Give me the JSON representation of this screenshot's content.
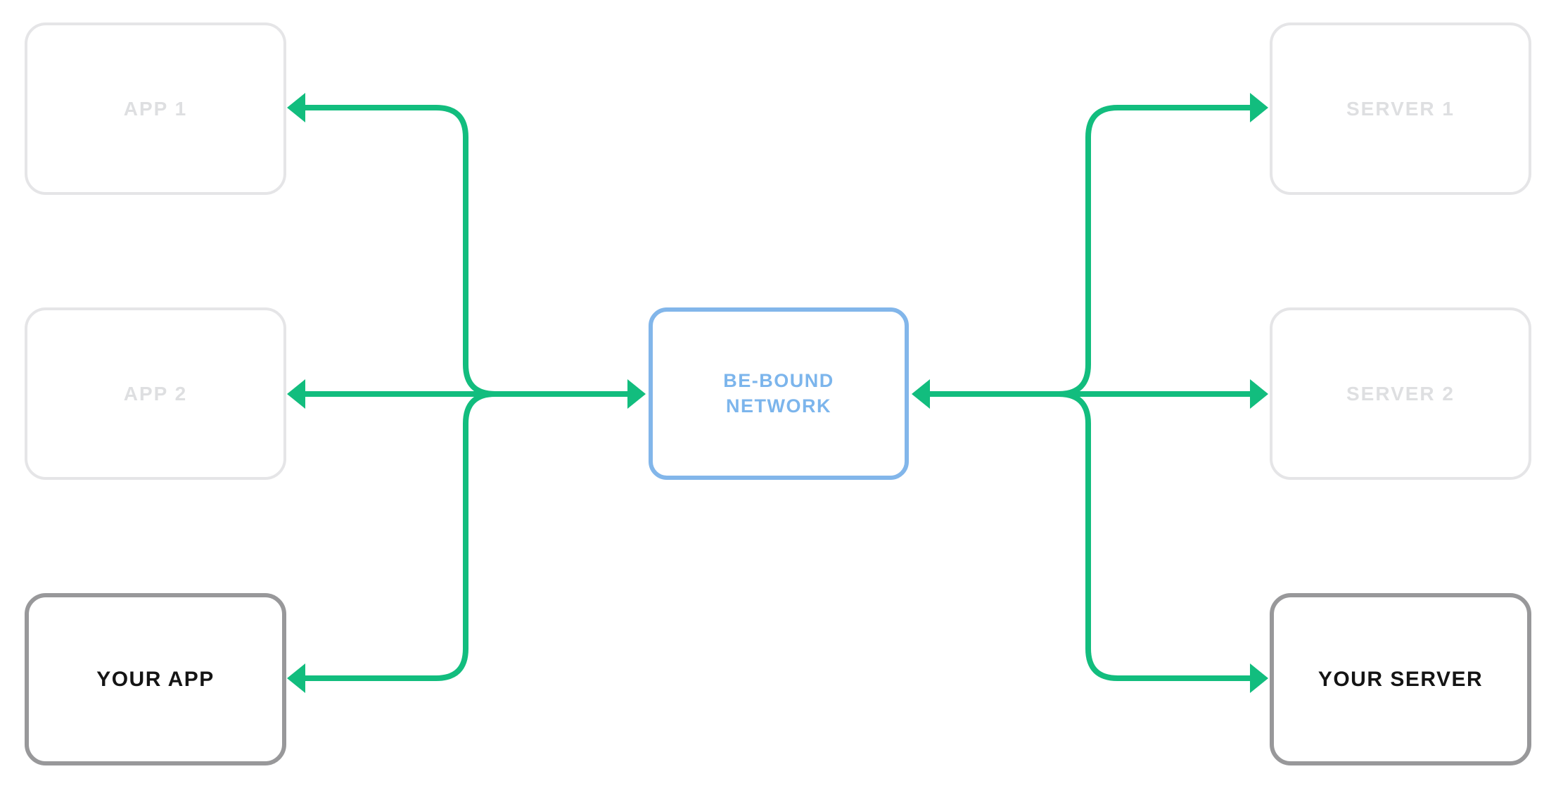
{
  "nodes": {
    "app1": {
      "label": "APP 1"
    },
    "app2": {
      "label": "APP 2"
    },
    "your_app": {
      "label": "YOUR APP"
    },
    "network": {
      "line1": "BE-BOUND",
      "line2": "NETWORK"
    },
    "server1": {
      "label": "SERVER 1"
    },
    "server2": {
      "label": "SERVER 2"
    },
    "your_server": {
      "label": "YOUR SERVER"
    }
  },
  "colors": {
    "connector_green": "#12bd7e",
    "network_border": "#82b6ea",
    "network_text": "#7cb5ec",
    "muted_border": "#e5e5e7",
    "muted_text": "#dedfe1",
    "highlight_border": "#98989a",
    "highlight_text": "#141414",
    "background": "#ffffff"
  }
}
